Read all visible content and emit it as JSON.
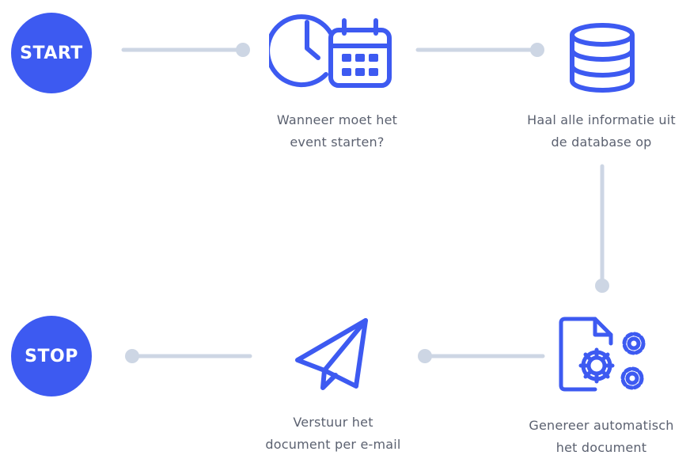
{
  "colors": {
    "accent": "#3d5af1",
    "connector": "#cdd6e4",
    "text": "#5b6170"
  },
  "start": {
    "label": "START"
  },
  "stop": {
    "label": "STOP"
  },
  "steps": [
    {
      "icon": "clock-calendar-icon",
      "lines": [
        "Wanneer moet het",
        "event starten?"
      ]
    },
    {
      "icon": "database-icon",
      "lines": [
        "Haal alle informatie uit",
        "de database op"
      ]
    },
    {
      "icon": "document-gears-icon",
      "lines": [
        "Genereer automatisch",
        "het document"
      ]
    },
    {
      "icon": "paper-plane-icon",
      "lines": [
        "Verstuur het",
        "document per e-mail"
      ]
    }
  ]
}
